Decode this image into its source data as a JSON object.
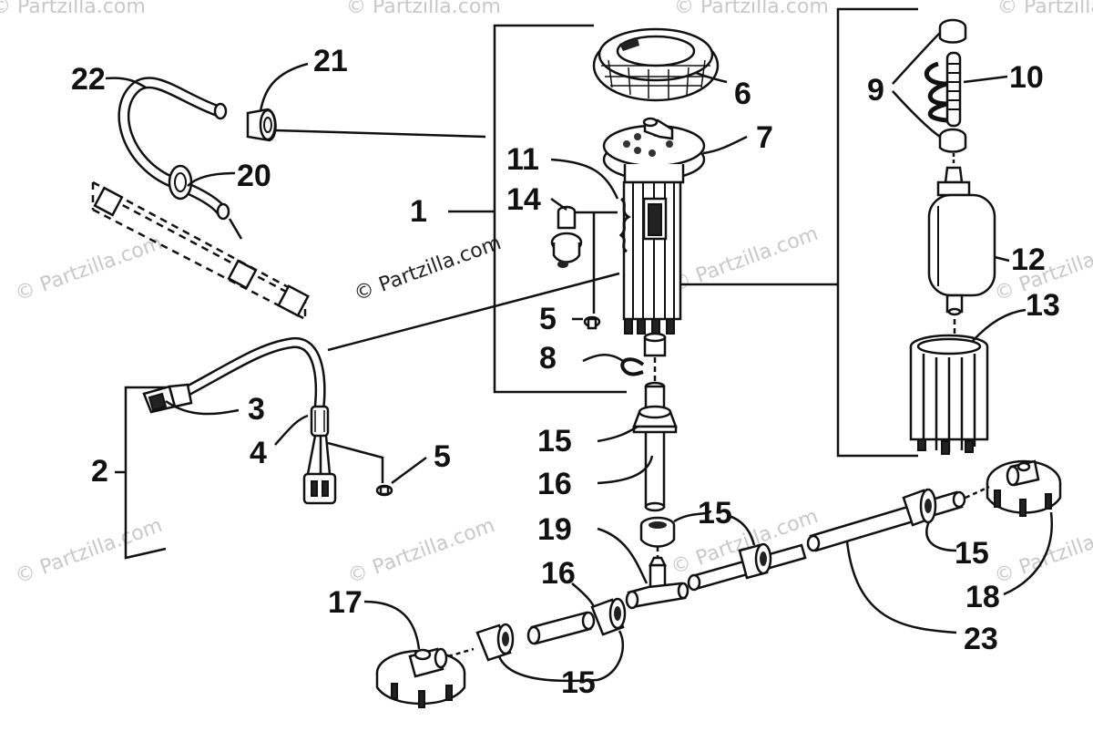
{
  "watermarks": {
    "main": "© Partzilla.com",
    "faint": "© Partzilla.com"
  },
  "callouts": {
    "c1": "1",
    "c2": "2",
    "c3": "3",
    "c4": "4",
    "c5a": "5",
    "c5b": "5",
    "c6": "6",
    "c7": "7",
    "c8": "8",
    "c9": "9",
    "c10": "10",
    "c11": "11",
    "c12": "12",
    "c13": "13",
    "c14": "14",
    "c15a": "15",
    "c15b": "15",
    "c15c": "15",
    "c15d": "15",
    "c16a": "16",
    "c16b": "16",
    "c17": "17",
    "c18": "18",
    "c19": "19",
    "c20": "20",
    "c21": "21",
    "c22": "22",
    "c23": "23"
  }
}
